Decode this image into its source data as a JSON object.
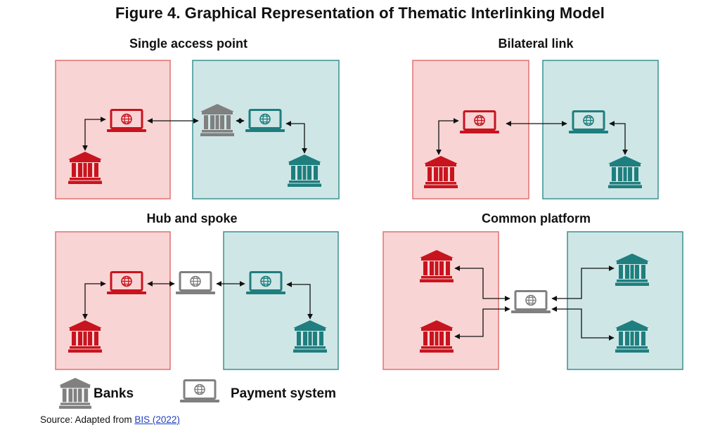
{
  "title": "Figure 4. Graphical Representation of Thematic Interlinking Model",
  "panels": [
    {
      "title": "Single access point"
    },
    {
      "title": "Bilateral link"
    },
    {
      "title": "Hub and spoke"
    },
    {
      "title": "Common platform"
    }
  ],
  "legend": {
    "banks_label": "Banks",
    "payment_system_label": "Payment system"
  },
  "source": {
    "prefix": "Source: Adapted from ",
    "link_text": "BIS (2022)"
  },
  "colors": {
    "red_fill": "#f9d4d4",
    "red_border": "#e07070",
    "red_icon": "#c8141e",
    "teal_fill": "#cfe6e6",
    "teal_border": "#3a9090",
    "teal_icon": "#1f7e7e",
    "gray_icon": "#808080"
  }
}
